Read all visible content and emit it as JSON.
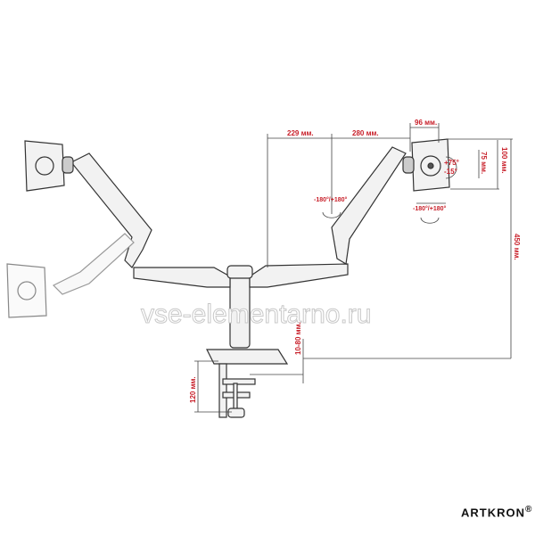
{
  "dimensions": {
    "arm_segment_1": "229 мм.",
    "arm_segment_2": "280 мм.",
    "head_offset": "96 мм.",
    "tilt_up": "+75°",
    "tilt_down": "-15°",
    "vesa_small": "75 мм.",
    "vesa_large": "100 мм.",
    "height": "450 мм.",
    "swivel_arm": "-180°/+180°",
    "swivel_head": "-180°/+180°",
    "desk_thickness": "10-80 мм.",
    "clamp_height": "120 мм."
  },
  "watermark": "vse-elementarno.ru",
  "brand": {
    "name": "ARTKRON",
    "mark": "®"
  },
  "colors": {
    "dimension": "#c8202a",
    "line": "#333333"
  }
}
